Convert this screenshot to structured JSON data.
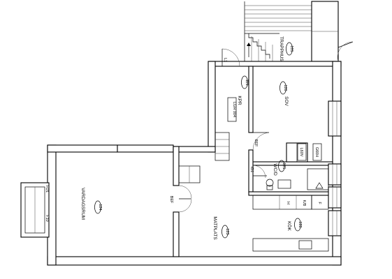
{
  "plan": {
    "apartment_label": "LGH 004",
    "rooms": {
      "trapphus": {
        "name": "TRAPPHUS",
        "number": "101"
      },
      "kpr": {
        "name": "KPR",
        "number": "119"
      },
      "sov": {
        "name": "SOV",
        "number": "120"
      },
      "wcd": {
        "name": "WC/D",
        "number": "121"
      },
      "kok": {
        "name": "KÖK",
        "number": "122"
      },
      "matplats": {
        "name": "MATPLATS",
        "number": "123"
      },
      "vardagsrum": {
        "name": "VARDAGSRUM",
        "number": "124"
      }
    },
    "tags": {
      "l1": "L1",
      "bef_hall": "BEF",
      "bef_living": "BEF",
      "id1": "ID1",
      "fd1": "FD1",
      "f10": "F10",
      "l60v": "L60V",
      "g60h": "G60H",
      "h": "H",
      "kb": "K/B",
      "f": "F"
    }
  }
}
